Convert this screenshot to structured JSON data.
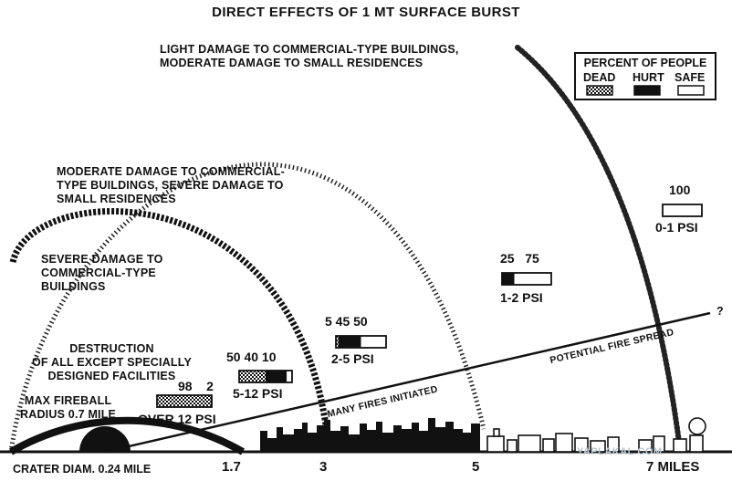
{
  "title": "DIRECT EFFECTS OF 1 MT SURFACE BURST",
  "zones": {
    "light": "LIGHT DAMAGE TO COMMERCIAL-TYPE BUILDINGS,\nMODERATE DAMAGE TO SMALL RESIDENCES",
    "moderate": "MODERATE DAMAGE TO COMMERCIAL-\nTYPE BUILDINGS, SEVERE DAMAGE TO\nSMALL RESIDENCES",
    "severe": "SEVERE DAMAGE TO\nCOMMERCIAL-TYPE\nBUILDINGS",
    "destruction": "DESTRUCTION\nOF ALL EXCEPT SPECIALLY\nDESIGNED FACILITIES"
  },
  "fireball": "MAX FIREBALL\nRADIUS 0.7 MILE",
  "crater": "CRATER DIAM. 0.24 MILE",
  "legend": {
    "title": "PERCENT OF PEOPLE",
    "dead": "DEAD",
    "hurt": "HURT",
    "safe": "SAFE",
    "colors": {
      "dead": "#8a8a8a",
      "hurt": "#111111",
      "safe": "#ffffff"
    }
  },
  "pressure_zones": [
    {
      "psi": "OVER 12 PSI",
      "numbers": "98    2",
      "dead": 98,
      "hurt": 2,
      "safe": 0
    },
    {
      "psi": "5-12 PSI",
      "numbers": "50 40 10",
      "dead": 50,
      "hurt": 40,
      "safe": 10
    },
    {
      "psi": "2-5 PSI",
      "numbers": "5 45 50",
      "dead": 5,
      "hurt": 45,
      "safe": 50
    },
    {
      "psi": "1-2 PSI",
      "numbers": "25   75",
      "dead": 0,
      "hurt": 25,
      "safe": 75
    },
    {
      "psi": "0-1 PSI",
      "numbers": "100",
      "dead": 0,
      "hurt": 0,
      "safe": 100
    }
  ],
  "fire": {
    "potential": "POTENTIAL FIRE SPREAD",
    "initiated": "MANY FIRES INITIATED",
    "question": "?"
  },
  "axis_ticks": [
    "1.7",
    "3",
    "5",
    "7 MILES"
  ],
  "watermark": "YAPLAKAL.COM"
}
